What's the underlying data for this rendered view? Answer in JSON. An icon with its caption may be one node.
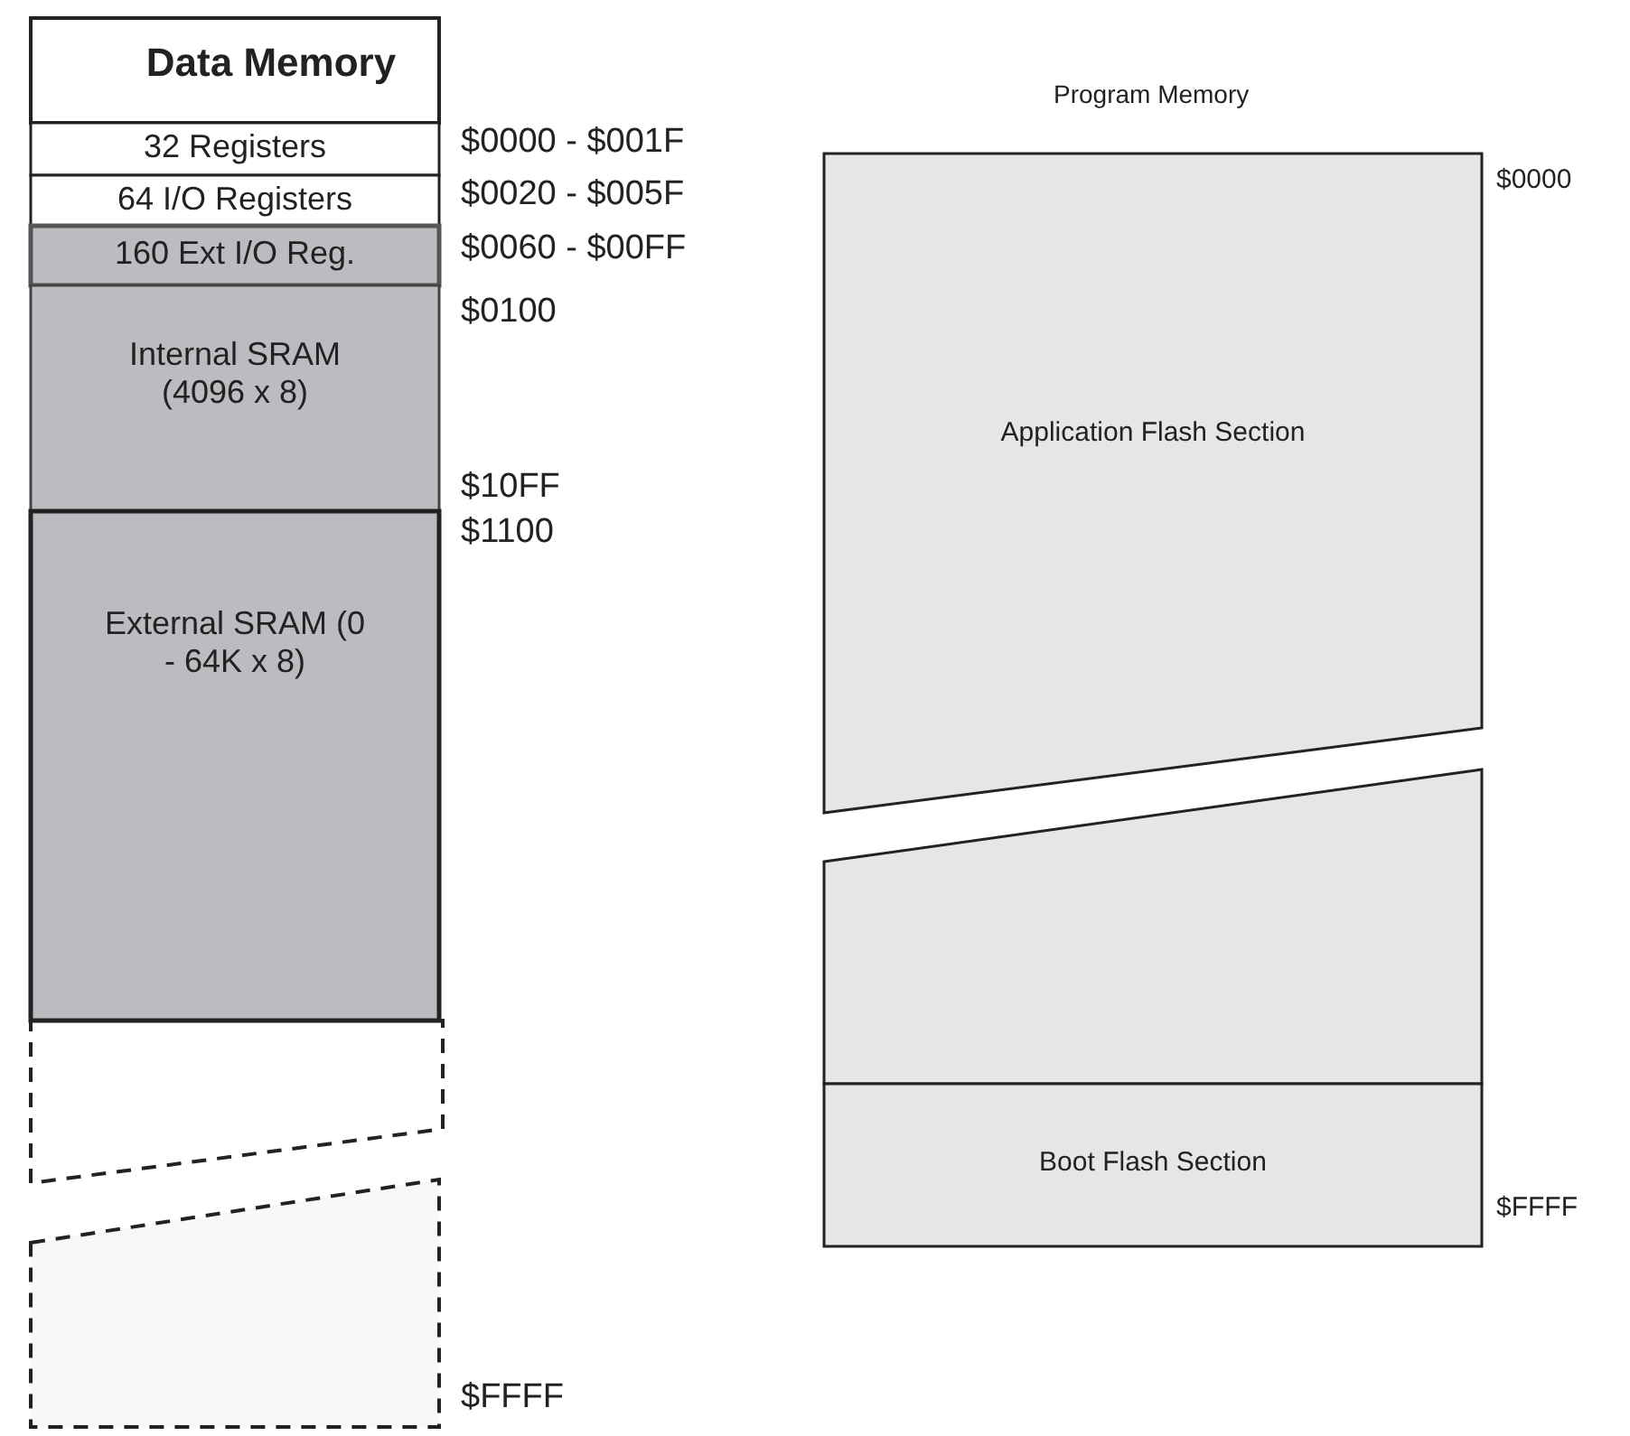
{
  "diagram": {
    "nodes": [
      {
        "text": [
          "Data Memory"
        ]
      },
      {
        "text": [
          "32 Registers"
        ],
        "beside": [
          "$0000 - $001F"
        ]
      },
      {
        "text": [
          "64 I/O Registers"
        ],
        "beside": [
          "$0020 - $005F"
        ]
      },
      {
        "text": [
          "160 Ext I/O Reg."
        ],
        "beside": [
          "$0060 - $00FF"
        ]
      },
      {
        "text": [
          "Internal SRAM (4096 x 8)"
        ],
        "beside": [
          "$0100",
          "$10FF"
        ]
      },
      {
        "text": [
          "External SRAM (0 - 64K x 8)"
        ],
        "beside": [
          "$1100"
        ]
      },
      {
        "text": [],
        "shape": "box"
      },
      {
        "text": [],
        "shape": "box",
        "beside": [
          "$FFFF"
        ]
      },
      {
        "text": [
          "Application Flash Section"
        ],
        "beside": [
          "$0000"
        ]
      },
      {
        "text": [],
        "shape": "box"
      },
      {
        "text": [
          "Boot Flash Section"
        ],
        "beside": [
          "$FFFF"
        ]
      }
    ],
    "labels": [
      "Program Memory"
    ]
  }
}
